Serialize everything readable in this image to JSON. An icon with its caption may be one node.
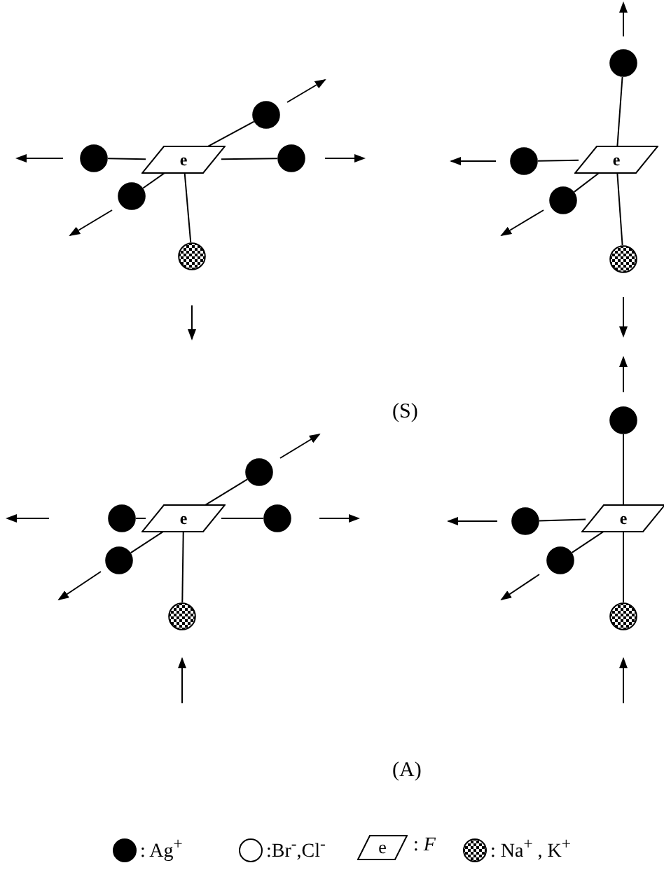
{
  "diagram": {
    "nodes": [
      {
        "text": [
          "e"
        ]
      },
      {
        "text": [],
        "shape": "circle"
      },
      {
        "text": [],
        "shape": "circle"
      },
      {
        "text": [],
        "shape": "circle"
      },
      {
        "text": [],
        "shape": "circle"
      },
      {
        "text": [],
        "shape": "circle"
      },
      {
        "text": [
          "e"
        ]
      },
      {
        "text": [],
        "shape": "circle"
      },
      {
        "text": [],
        "shape": "circle"
      },
      {
        "text": [],
        "shape": "circle"
      },
      {
        "text": [],
        "shape": "circle"
      },
      {
        "text": [
          "e"
        ]
      },
      {
        "text": [],
        "shape": "circle"
      },
      {
        "text": [],
        "shape": "circle"
      },
      {
        "text": [],
        "shape": "circle"
      },
      {
        "text": [],
        "shape": "circle"
      },
      {
        "text": [],
        "shape": "circle"
      },
      {
        "text": [
          "e"
        ]
      },
      {
        "text": [],
        "shape": "circle"
      },
      {
        "text": [],
        "shape": "circle"
      },
      {
        "text": [],
        "shape": "circle"
      },
      {
        "text": [],
        "shape": "circle"
      }
    ],
    "edges": [
      {
        "from": 0,
        "to": 1,
        "arrow": "none"
      },
      {
        "from": 0,
        "to": 2,
        "arrow": "none"
      },
      {
        "from": 0,
        "to": 3,
        "arrow": "none"
      },
      {
        "from": 0,
        "to": 4,
        "arrow": "none"
      },
      {
        "from": 0,
        "to": 5,
        "arrow": "none"
      },
      {
        "from": 6,
        "to": 7,
        "arrow": "none"
      },
      {
        "from": 6,
        "to": 8,
        "arrow": "none"
      },
      {
        "from": 6,
        "to": 9,
        "arrow": "none"
      },
      {
        "from": 6,
        "to": 10,
        "arrow": "none"
      },
      {
        "from": 11,
        "to": 12,
        "arrow": "none"
      },
      {
        "from": 11,
        "to": 13,
        "arrow": "none"
      },
      {
        "from": 11,
        "to": 14,
        "arrow": "none"
      },
      {
        "from": 11,
        "to": 15,
        "arrow": "none"
      },
      {
        "from": 11,
        "to": 16,
        "arrow": "none"
      },
      {
        "from": 17,
        "to": 18,
        "arrow": "none"
      },
      {
        "from": 17,
        "to": 19,
        "arrow": "none"
      },
      {
        "from": 17,
        "to": 20,
        "arrow": "none"
      },
      {
        "from": 17,
        "to": 21,
        "arrow": "none"
      }
    ],
    "labels": [
      "(S)",
      "(A)",
      "e"
    ],
    "legend": [
      {
        "text": ": Ag$^{+}$"
      },
      {
        "text": ":Br$^{-}$,Cl$^{-}$"
      },
      {
        "text": ": *F*"
      },
      {
        "text": ": Na$^{+}$ , K$^{+}$"
      }
    ]
  }
}
